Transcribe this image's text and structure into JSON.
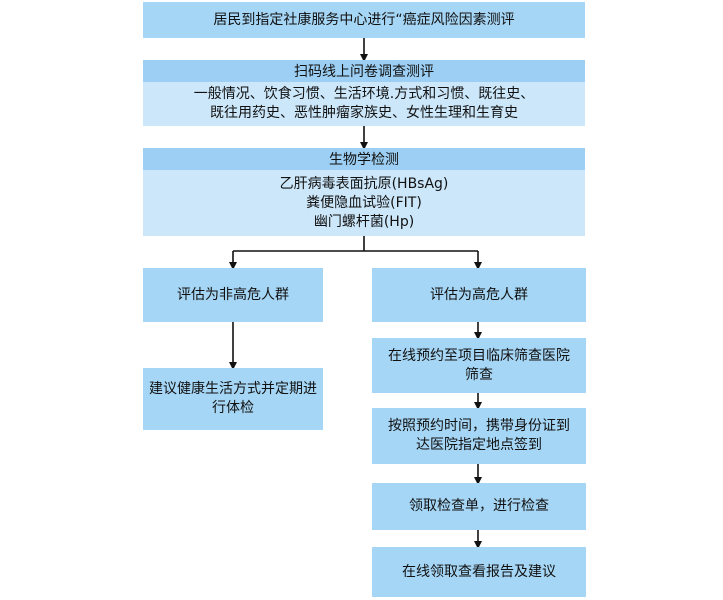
{
  "nodes": {
    "start": "居民到指定社康服务中心进行“癌症风险因素测评",
    "survey_title": "扫码线上问卷调查测评",
    "survey_line1": "一般情况、饮食习惯、生活环境.方式和习惯、既往史、",
    "survey_line2": "既往用药史、恶性肿瘤家族史、女性生理和生育史",
    "bio_title": "生物学检测",
    "bio_item1": "乙肝病毒表面抗原(HBsAg)",
    "bio_item2": "粪便隐血试验(FIT)",
    "bio_item3": "幽门螺杆菌(Hp)",
    "low_risk": "评估为非高危人群",
    "low_advice_line1": "建议健康生活方式并定期进",
    "low_advice_line2": "行体检",
    "high_risk": "评估为高危人群",
    "book_line1": "在线预约至项目临床筛查医院",
    "book_line2": "筛查",
    "visit_line1": "按照预约时间，携带身份证到",
    "visit_line2": "达医院指定地点签到",
    "exam": "领取检查单，进行检查",
    "report": "在线领取查看报告及建议"
  },
  "colors": {
    "box": "#a6d6f5",
    "section_head": "#9ccff3",
    "section_body": "#cce7fa",
    "arrow": "#111111"
  }
}
